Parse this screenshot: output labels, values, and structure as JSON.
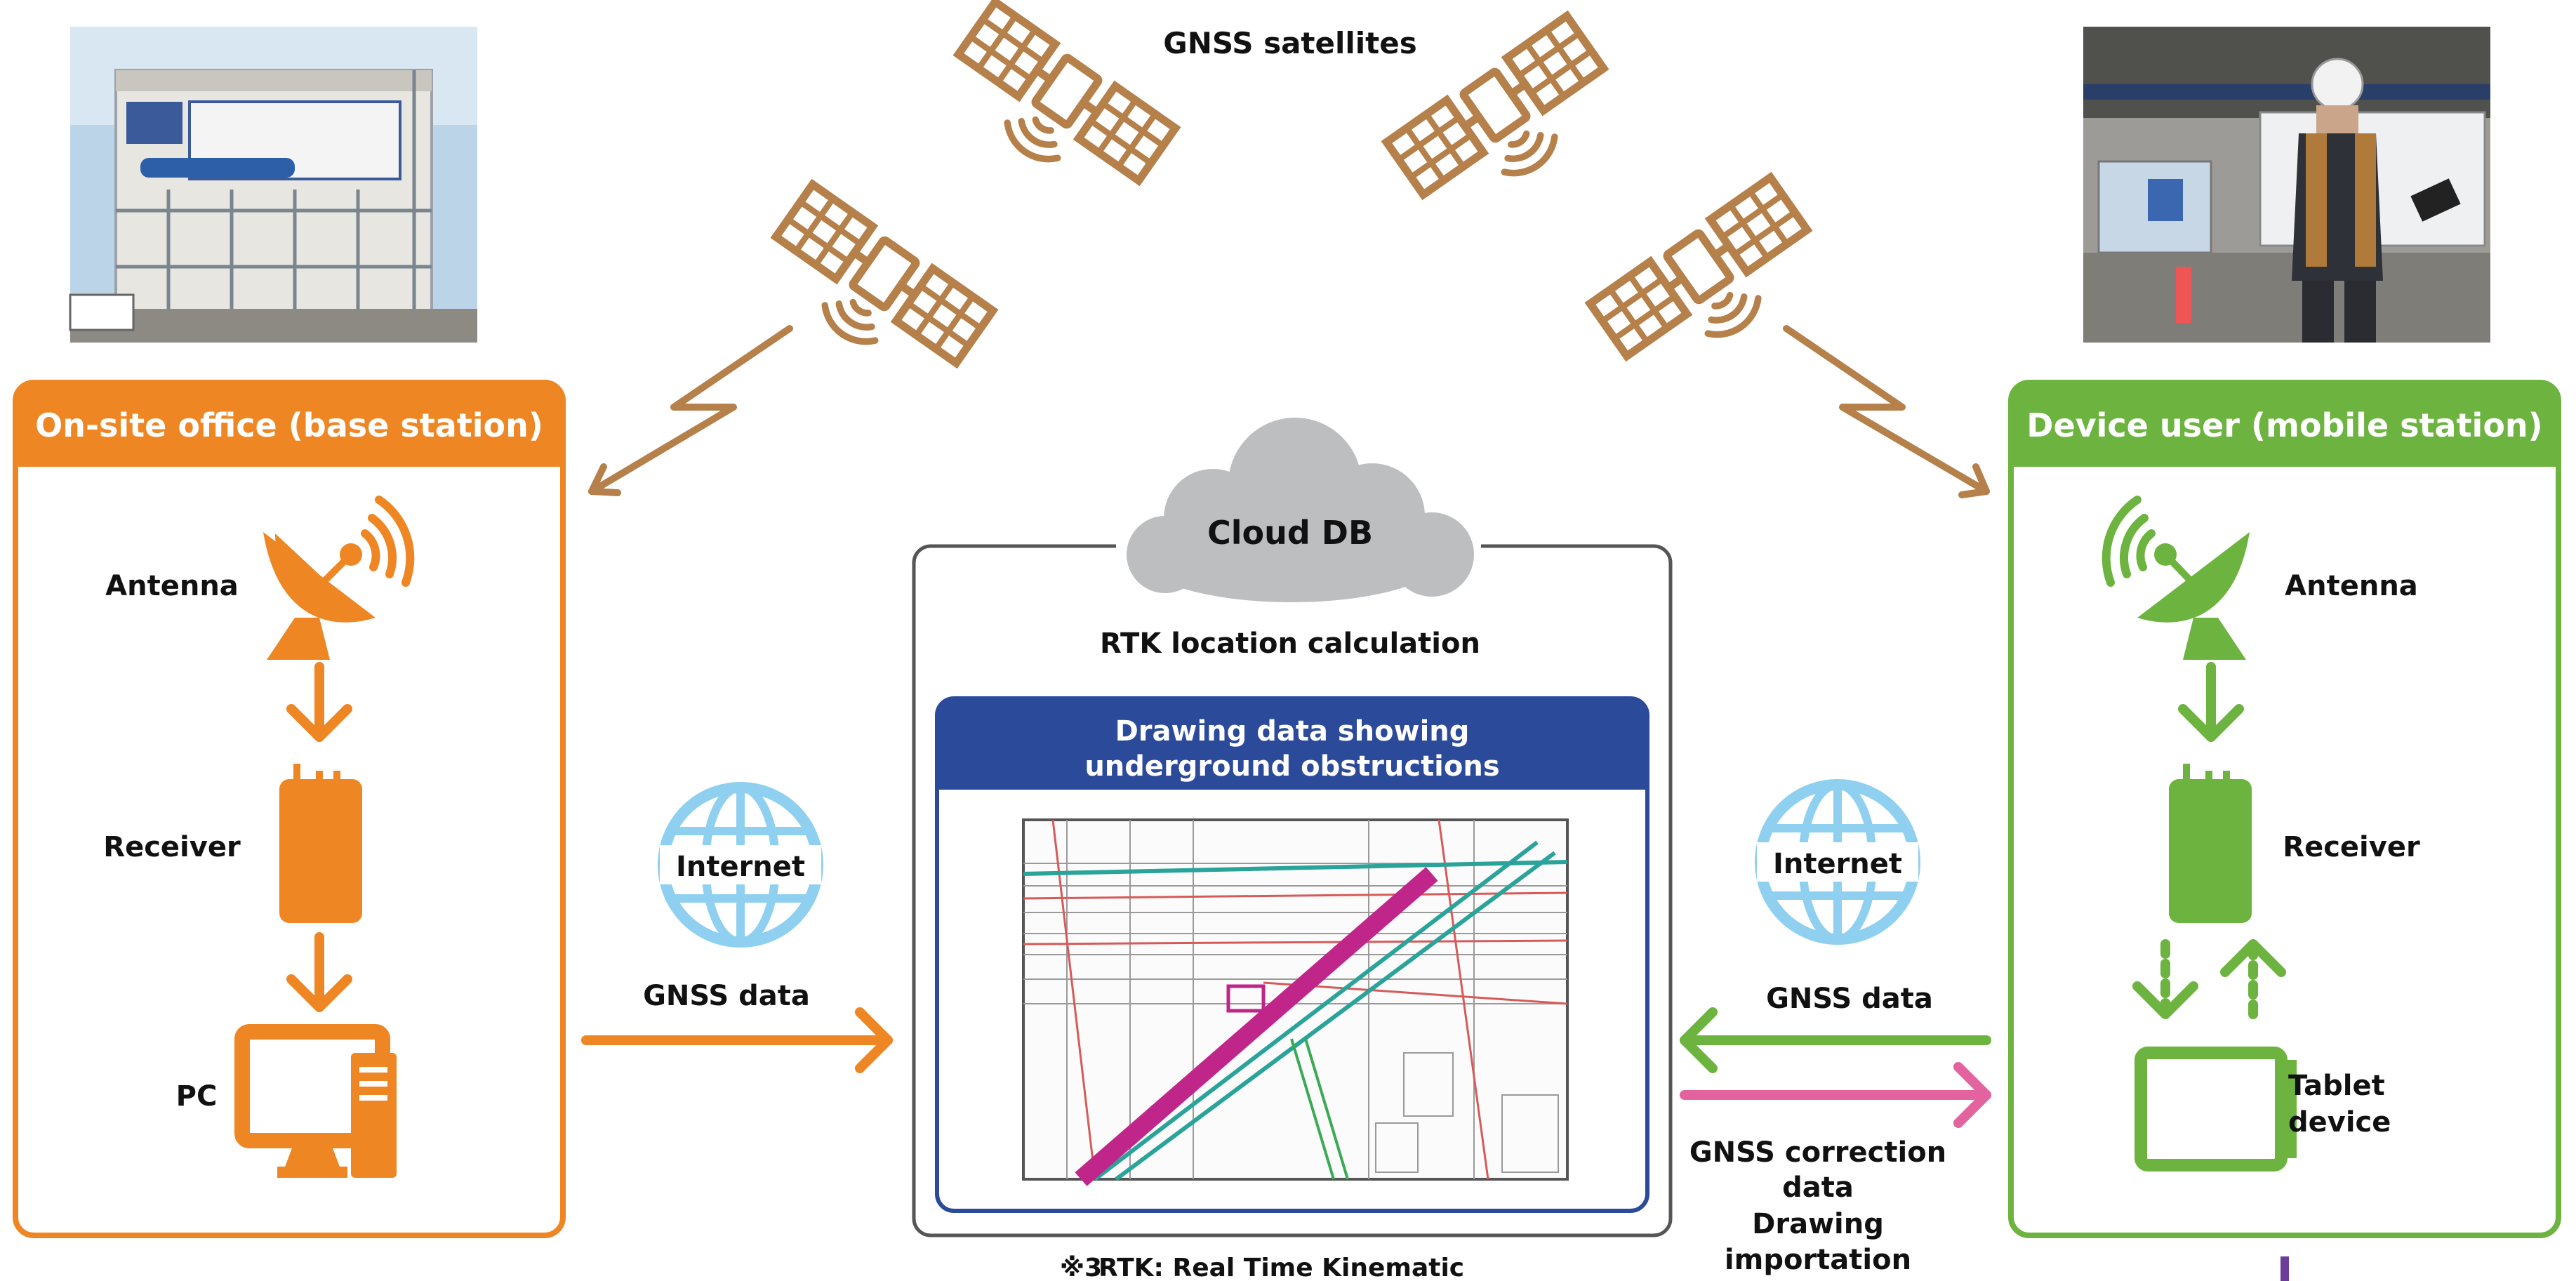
{
  "satellites_label": "GNSS satellites",
  "base_station": {
    "title": "On-site office (base station)",
    "antenna": "Antenna",
    "receiver": "Receiver",
    "pc": "PC"
  },
  "mobile_station": {
    "title": "Device user (mobile station)",
    "antenna": "Antenna",
    "receiver": "Receiver",
    "tablet_line1": "Tablet",
    "tablet_line2": "device"
  },
  "cloud": {
    "label": "Cloud DB",
    "rtk": "RTK location calculation",
    "drawing_line1": "Drawing data showing",
    "drawing_line2": "underground obstructions"
  },
  "left_link": {
    "internet": "Internet",
    "gnss_data": "GNSS data"
  },
  "right_link": {
    "internet": "Internet",
    "gnss_data": "GNSS data",
    "correction_line1": "GNSS correction",
    "correction_line2": "data",
    "correction_line3": "Drawing",
    "correction_line4": "importation"
  },
  "footnote_mark": "※3",
  "footnote_text": "RTK: Real Time Kinematic",
  "colors": {
    "orange": "#EE8624",
    "green": "#6DB33F",
    "navy": "#2B4A9A",
    "brown": "#B5804A",
    "cloud": "#BCBEC0",
    "globe": "#8FD0F0",
    "pink": "#E2639E",
    "purple": "#6A3D9A"
  }
}
